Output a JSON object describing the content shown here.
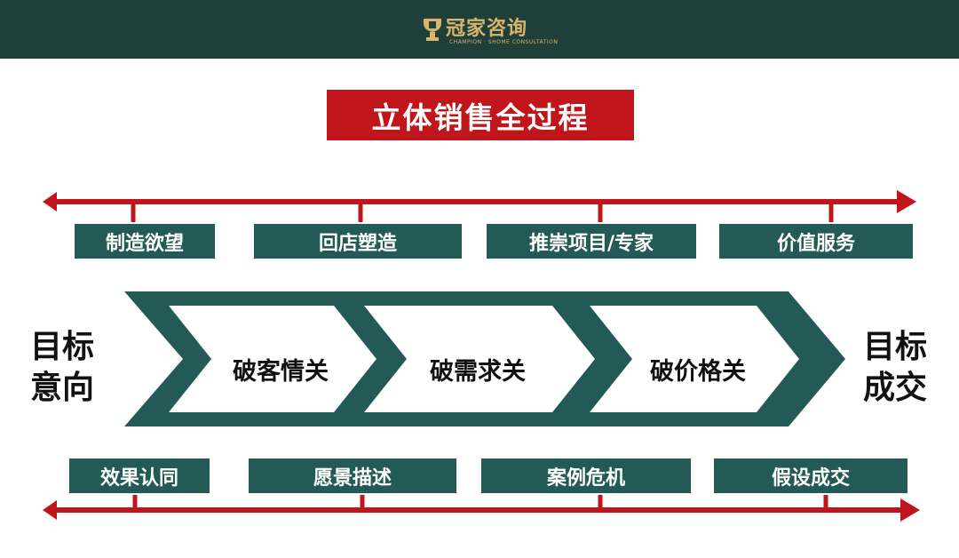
{
  "header": {
    "brand_name": "冠家咨询",
    "brand_subtitle": "CHAMPION · SHOME CONSULTATION",
    "brand_color": "#d7b56b",
    "background_color": "#1f3f3a"
  },
  "title": "立体销售全过程",
  "colors": {
    "title_bg": "#c0151b",
    "arrow_line": "#c0151b",
    "box_bg": "#245a55",
    "chevron": "#245a55"
  },
  "top_steps": [
    "制造欲望",
    "回店塑造",
    "推崇项目/专家",
    "价值服务"
  ],
  "bottom_steps": [
    "效果认同",
    "愿景描述",
    "案例危机",
    "假设成交"
  ],
  "stages": [
    "破客情关",
    "破需求关",
    "破价格关"
  ],
  "left_label": [
    "目标",
    "意向"
  ],
  "right_label": [
    "目标",
    "成交"
  ]
}
